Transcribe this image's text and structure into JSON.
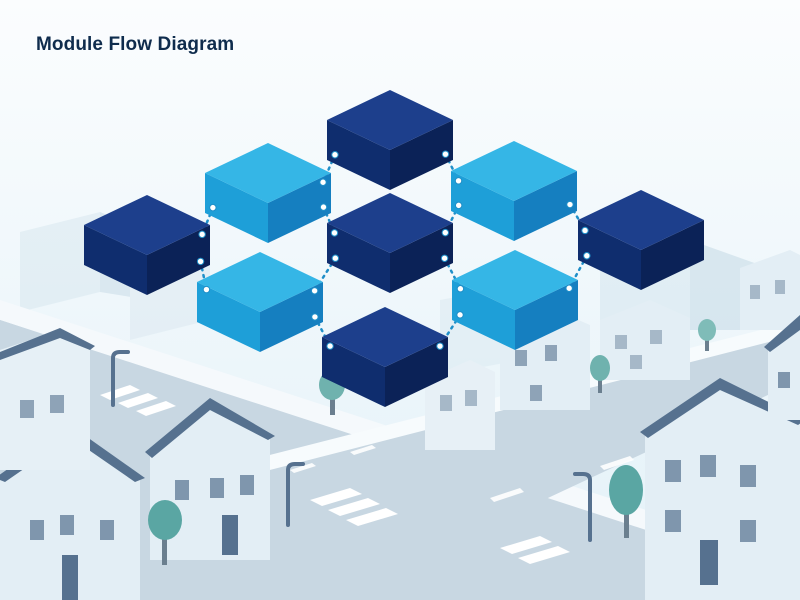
{
  "title": "Module Flow Diagram",
  "colors": {
    "background_top": "#fbfdfe",
    "background_bottom": "#e3f1f8",
    "module_dark_top": "#1d3f8c",
    "module_dark_left": "#0f2d6e",
    "module_dark_right": "#0b2257",
    "module_light_top": "#35b6e6",
    "module_light_left": "#1e9fd8",
    "module_light_right": "#157fc0",
    "connector": "#1f8fc8",
    "road": "#c8d7e2",
    "sidewalk": "#f7fbfd",
    "house_wall": "#e3eef5",
    "house_roof": "#56718f",
    "tree": "#5aa6a3"
  },
  "modules": [
    {
      "id": "m1",
      "variant": "dark"
    },
    {
      "id": "m2",
      "variant": "light"
    },
    {
      "id": "m3",
      "variant": "light"
    },
    {
      "id": "m4",
      "variant": "dark"
    },
    {
      "id": "m5",
      "variant": "dark"
    },
    {
      "id": "m6",
      "variant": "dark"
    },
    {
      "id": "m7",
      "variant": "light"
    },
    {
      "id": "m8",
      "variant": "light"
    },
    {
      "id": "m9",
      "variant": "dark"
    }
  ],
  "connections": [
    [
      "m1",
      "m2"
    ],
    [
      "m1",
      "m3"
    ],
    [
      "m2",
      "m4"
    ],
    [
      "m2",
      "m5"
    ],
    [
      "m3",
      "m5"
    ],
    [
      "m3",
      "m6"
    ],
    [
      "m4",
      "m7"
    ],
    [
      "m5",
      "m7"
    ],
    [
      "m5",
      "m8"
    ],
    [
      "m6",
      "m8"
    ],
    [
      "m7",
      "m9"
    ],
    [
      "m8",
      "m9"
    ]
  ]
}
